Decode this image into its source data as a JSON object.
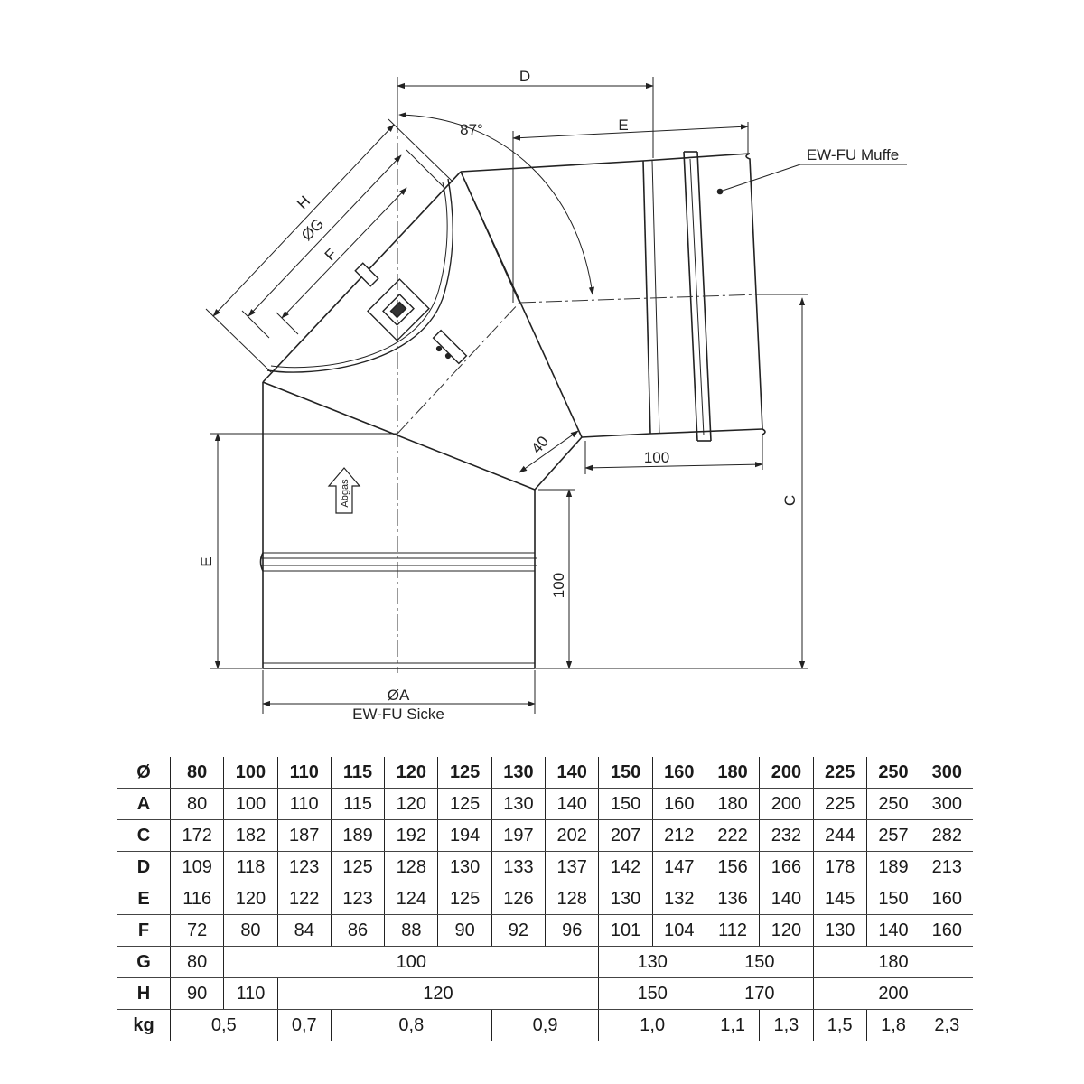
{
  "labels": {
    "dim_d": "D",
    "dim_e_top": "E",
    "angle": "87°",
    "muffe": "EW-FU Muffe",
    "dim_h": "H",
    "dim_g": "ØG",
    "dim_f": "F",
    "dim_40": "40",
    "dim_100_right": "100",
    "dim_c": "C",
    "flow": "Abgas",
    "dim_e_left": "E",
    "dim_100_bottom": "100",
    "dim_a": "ØA",
    "sicke": "EW-FU Sicke"
  },
  "table": {
    "header": [
      "Ø",
      "80",
      "100",
      "110",
      "115",
      "120",
      "125",
      "130",
      "140",
      "150",
      "160",
      "180",
      "200",
      "225",
      "250",
      "300"
    ],
    "rows": [
      {
        "key": "A",
        "cells": [
          {
            "v": "80",
            "span": 1
          },
          {
            "v": "100",
            "span": 1
          },
          {
            "v": "110",
            "span": 1
          },
          {
            "v": "115",
            "span": 1
          },
          {
            "v": "120",
            "span": 1
          },
          {
            "v": "125",
            "span": 1
          },
          {
            "v": "130",
            "span": 1
          },
          {
            "v": "140",
            "span": 1
          },
          {
            "v": "150",
            "span": 1
          },
          {
            "v": "160",
            "span": 1
          },
          {
            "v": "180",
            "span": 1
          },
          {
            "v": "200",
            "span": 1
          },
          {
            "v": "225",
            "span": 1
          },
          {
            "v": "250",
            "span": 1
          },
          {
            "v": "300",
            "span": 1
          }
        ]
      },
      {
        "key": "C",
        "cells": [
          {
            "v": "172",
            "span": 1
          },
          {
            "v": "182",
            "span": 1
          },
          {
            "v": "187",
            "span": 1
          },
          {
            "v": "189",
            "span": 1
          },
          {
            "v": "192",
            "span": 1
          },
          {
            "v": "194",
            "span": 1
          },
          {
            "v": "197",
            "span": 1
          },
          {
            "v": "202",
            "span": 1
          },
          {
            "v": "207",
            "span": 1
          },
          {
            "v": "212",
            "span": 1
          },
          {
            "v": "222",
            "span": 1
          },
          {
            "v": "232",
            "span": 1
          },
          {
            "v": "244",
            "span": 1
          },
          {
            "v": "257",
            "span": 1
          },
          {
            "v": "282",
            "span": 1
          }
        ]
      },
      {
        "key": "D",
        "cells": [
          {
            "v": "109",
            "span": 1
          },
          {
            "v": "118",
            "span": 1
          },
          {
            "v": "123",
            "span": 1
          },
          {
            "v": "125",
            "span": 1
          },
          {
            "v": "128",
            "span": 1
          },
          {
            "v": "130",
            "span": 1
          },
          {
            "v": "133",
            "span": 1
          },
          {
            "v": "137",
            "span": 1
          },
          {
            "v": "142",
            "span": 1
          },
          {
            "v": "147",
            "span": 1
          },
          {
            "v": "156",
            "span": 1
          },
          {
            "v": "166",
            "span": 1
          },
          {
            "v": "178",
            "span": 1
          },
          {
            "v": "189",
            "span": 1
          },
          {
            "v": "213",
            "span": 1
          }
        ]
      },
      {
        "key": "E",
        "cells": [
          {
            "v": "116",
            "span": 1
          },
          {
            "v": "120",
            "span": 1
          },
          {
            "v": "122",
            "span": 1
          },
          {
            "v": "123",
            "span": 1
          },
          {
            "v": "124",
            "span": 1
          },
          {
            "v": "125",
            "span": 1
          },
          {
            "v": "126",
            "span": 1
          },
          {
            "v": "128",
            "span": 1
          },
          {
            "v": "130",
            "span": 1
          },
          {
            "v": "132",
            "span": 1
          },
          {
            "v": "136",
            "span": 1
          },
          {
            "v": "140",
            "span": 1
          },
          {
            "v": "145",
            "span": 1
          },
          {
            "v": "150",
            "span": 1
          },
          {
            "v": "160",
            "span": 1
          }
        ]
      },
      {
        "key": "F",
        "cells": [
          {
            "v": "72",
            "span": 1
          },
          {
            "v": "80",
            "span": 1
          },
          {
            "v": "84",
            "span": 1
          },
          {
            "v": "86",
            "span": 1
          },
          {
            "v": "88",
            "span": 1
          },
          {
            "v": "90",
            "span": 1
          },
          {
            "v": "92",
            "span": 1
          },
          {
            "v": "96",
            "span": 1
          },
          {
            "v": "101",
            "span": 1
          },
          {
            "v": "104",
            "span": 1
          },
          {
            "v": "112",
            "span": 1
          },
          {
            "v": "120",
            "span": 1
          },
          {
            "v": "130",
            "span": 1
          },
          {
            "v": "140",
            "span": 1
          },
          {
            "v": "160",
            "span": 1
          }
        ]
      },
      {
        "key": "G",
        "cells": [
          {
            "v": "80",
            "span": 1
          },
          {
            "v": "100",
            "span": 7
          },
          {
            "v": "130",
            "span": 2
          },
          {
            "v": "150",
            "span": 2
          },
          {
            "v": "180",
            "span": 3
          }
        ]
      },
      {
        "key": "H",
        "cells": [
          {
            "v": "90",
            "span": 1
          },
          {
            "v": "110",
            "span": 1
          },
          {
            "v": "120",
            "span": 6
          },
          {
            "v": "150",
            "span": 2
          },
          {
            "v": "170",
            "span": 2
          },
          {
            "v": "200",
            "span": 3
          }
        ]
      },
      {
        "key": "kg",
        "cells": [
          {
            "v": "0,5",
            "span": 2
          },
          {
            "v": "0,7",
            "span": 1
          },
          {
            "v": "0,8",
            "span": 3
          },
          {
            "v": "0,9",
            "span": 2
          },
          {
            "v": "1,0",
            "span": 2
          },
          {
            "v": "1,1",
            "span": 1
          },
          {
            "v": "1,3",
            "span": 1
          },
          {
            "v": "1,5",
            "span": 1
          },
          {
            "v": "1,8",
            "span": 1
          },
          {
            "v": "2,3",
            "span": 1
          }
        ]
      }
    ]
  }
}
